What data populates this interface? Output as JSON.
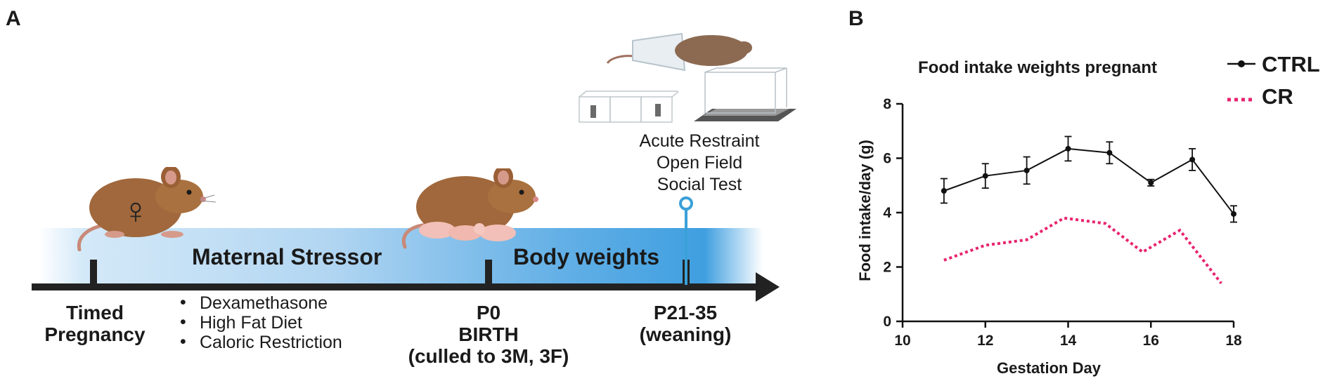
{
  "panel_a": {
    "label": "A",
    "band_left_text": "Maternal Stressor",
    "band_right_text": "Body weights",
    "timepoints": [
      {
        "label": "Timed\nPregnancy"
      },
      {
        "label": "P0\nBIRTH\n(culled to 3M, 3F)"
      },
      {
        "label": "P21-35\n(weaning)"
      }
    ],
    "stressors": [
      "Dexamethasone",
      "High Fat Diet",
      "Caloric Restriction"
    ],
    "tests": [
      "Acute Restraint",
      "Open Field",
      "Social Test"
    ],
    "female_symbol": "♀",
    "colors": {
      "band_light": "#d4e9f8",
      "band_dark": "#3f9fe0",
      "pin": "#3aa0d8",
      "mouse": "#a0683c"
    }
  },
  "panel_b": {
    "label": "B",
    "chart_data": {
      "type": "line",
      "title": "Food intake weights pregnant",
      "xlabel": "Gestation Day",
      "ylabel": "Food intake/day  (g)",
      "xlim": [
        10,
        18
      ],
      "ylim": [
        0,
        8
      ],
      "xticks": [
        10,
        12,
        14,
        16,
        18
      ],
      "yticks": [
        0,
        2,
        4,
        6,
        8
      ],
      "legend_position": "top-right",
      "series": [
        {
          "name": "CTRL",
          "color": "#111111",
          "style": "solid-markers",
          "x": [
            11,
            12,
            13,
            14,
            15,
            16,
            17,
            18
          ],
          "y": [
            4.8,
            5.35,
            5.55,
            6.35,
            6.2,
            5.1,
            5.95,
            3.95
          ],
          "err": [
            0.45,
            0.45,
            0.5,
            0.45,
            0.4,
            0.12,
            0.4,
            0.3
          ]
        },
        {
          "name": "CR",
          "color": "#e8246e",
          "style": "dotted",
          "x": [
            11,
            12,
            13,
            13.9,
            14.9,
            15.8,
            16.7,
            17.7
          ],
          "y": [
            2.25,
            2.8,
            3.0,
            3.8,
            3.6,
            2.55,
            3.35,
            1.4
          ]
        }
      ]
    }
  }
}
